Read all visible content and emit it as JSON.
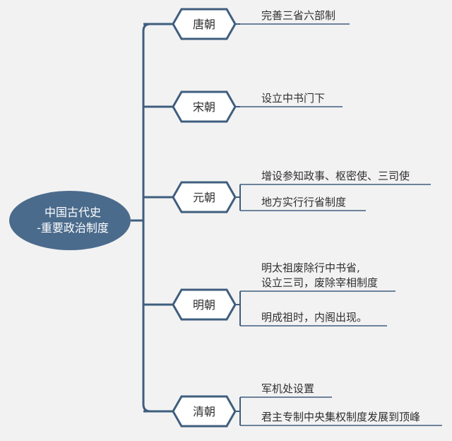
{
  "diagram": {
    "colors": {
      "background": "#f2f2f2",
      "root_fill": "#4b6b8c",
      "line": "#3f5e7e",
      "branch_fill": "#ffffff",
      "text": "#2f2f2f"
    },
    "root": {
      "line1": "中国古代史",
      "line2": "-重要政治制度"
    },
    "branches": [
      {
        "label": "唐朝",
        "leaves": [
          {
            "lines": [
              "完善三省六部制"
            ]
          }
        ]
      },
      {
        "label": "宋朝",
        "leaves": [
          {
            "lines": [
              "设立中书门下"
            ]
          }
        ]
      },
      {
        "label": "元朝",
        "leaves": [
          {
            "lines": [
              "增设参知政事、枢密使、三司使"
            ]
          },
          {
            "lines": [
              "地方实行行省制度"
            ]
          }
        ]
      },
      {
        "label": "明朝",
        "leaves": [
          {
            "lines": [
              "明太祖废除行中书省,",
              "设立三司，废除宰相制度"
            ]
          },
          {
            "lines": [
              "明成祖时，内阁出现。"
            ]
          }
        ]
      },
      {
        "label": "清朝",
        "leaves": [
          {
            "lines": [
              "军机处设置"
            ]
          },
          {
            "lines": [
              "君主专制中央集权制度发展到顶峰"
            ]
          }
        ]
      }
    ]
  }
}
